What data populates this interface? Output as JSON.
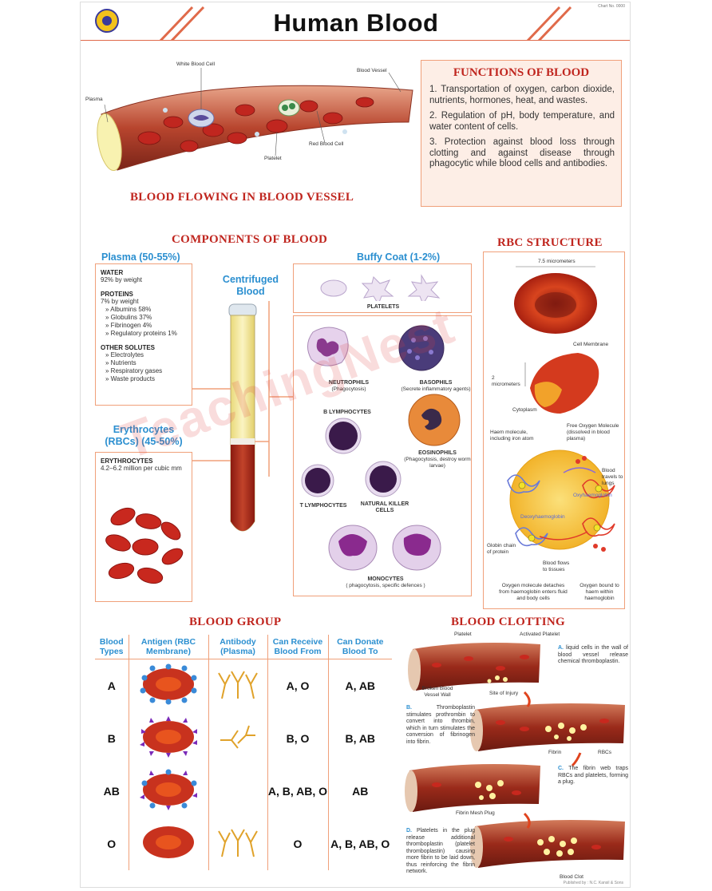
{
  "header": {
    "title": "Human Blood",
    "code": "Chart No. 0000"
  },
  "vessel": {
    "caption": "BLOOD FLOWING IN BLOOD VESSEL",
    "labels": {
      "plasma": "Plasma",
      "wbc": "White Blood Cell",
      "vessel": "Blood Vessel",
      "rbc": "Red Blood Cell",
      "platelet": "Platelet"
    }
  },
  "functions": {
    "title": "FUNCTIONS OF BLOOD",
    "items": [
      "1. Transportation of oxygen, carbon dioxide, nutrients, hormones, heat, and wastes.",
      "2. Regulation of pH, body temperature, and water content of cells.",
      "3. Protection against blood loss through clotting and against disease through phagocytic while blood cells and antibodies."
    ]
  },
  "components": {
    "title": "COMPONENTS OF BLOOD",
    "plasma": {
      "heading": "Plasma (50-55%)",
      "water_h": "WATER",
      "water_t": "92% by weight",
      "proteins_h": "PROTEINS",
      "proteins_t": "7% by weight",
      "proteins": [
        "» Albumins 58%",
        "» Globulins 37%",
        "» Fibrinogen 4%",
        "» Regulatory proteins 1%"
      ],
      "solutes_h": "OTHER SOLUTES",
      "solutes": [
        "» Electrolytes",
        "» Nutrients",
        "» Respiratory gases",
        "» Waste products"
      ]
    },
    "centrifuged": "Centrifuged Blood",
    "erythrocytes": {
      "heading": "Erythrocytes (RBCs) (45-50%)",
      "sub_h": "ERYTHROCYTES",
      "sub_t": "4.2–6.2 million per cubic mm"
    },
    "buffy": {
      "heading": "Buffy Coat (1-2%)",
      "platelets": "PLATELETS"
    },
    "wbc": {
      "neutrophils": "NEUTROPHILS",
      "neutrophils_sub": "(Phagocytosis)",
      "basophils": "BASOPHILS",
      "basophils_sub": "(Secrete inflammatory agents)",
      "b_lymph": "B LYMPHOCYTES",
      "eosinophils": "EOSINOPHILS",
      "eosinophils_sub": "(Phagocytosis, destroy worm larvae)",
      "t_lymph": "T LYMPHOCYTES",
      "nk": "NATURAL KILLER CELLS",
      "monocytes": "MONOCYTES",
      "monocytes_sub": "( phagocytosis, specific defences )"
    }
  },
  "rbc": {
    "title": "RBC STRUCTURE",
    "labels": {
      "diam": "7.5 micrometers",
      "thick": "2 micrometers",
      "membrane": "Cell Membrane",
      "cytoplasm": "Cytoplasm",
      "haem": "Haem molecule, including iron atom",
      "free_o2": "Free Oxygen Molecule (dissolved in blood plasma)",
      "lungs": "Blood travels to lungs",
      "oxy": "Oxyhaemoglobin",
      "deoxy": "Deoxyhaemoglobin",
      "globin": "Globin chain of protein",
      "tissues": "Blood flows to tissues",
      "detach": "Oxygen molecule detaches from haemoglobin enters fluid and body cells",
      "bound": "Oxygen bound to haem within haemoglobin"
    }
  },
  "blood_group": {
    "title": "BLOOD GROUP",
    "headers": [
      "Blood Types",
      "Antigen (RBC Membrane)",
      "Antibody (Plasma)",
      "Can Receive Blood From",
      "Can Donate Blood To"
    ],
    "rows": [
      {
        "type": "A",
        "receive": "A, O",
        "donate": "A, AB"
      },
      {
        "type": "B",
        "receive": "B, O",
        "donate": "B, AB"
      },
      {
        "type": "AB",
        "receive": "A, B, AB, O",
        "donate": "AB"
      },
      {
        "type": "O",
        "receive": "O",
        "donate": "A, B, AB, O"
      }
    ]
  },
  "clotting": {
    "title": "BLOOD CLOTTING",
    "labels": {
      "platelet": "Platelet",
      "activated": "Activated Platelet",
      "broken": "Broken Blood Vessel Wall",
      "injury": "Site of Injury",
      "fibrin": "Fibrin",
      "rbcs": "RBCs",
      "plug": "Fibrin Mesh Plug",
      "clot": "Blood Clot"
    },
    "steps": [
      {
        "letter": "A.",
        "text": "liquid cells in the wall of blood vessel release chemical thromboplastin."
      },
      {
        "letter": "B.",
        "text": "Thromboplastin stimulates prothrombin to convert into thrombin, which in turn stimulates the conversion of fibrinogen into fibrin."
      },
      {
        "letter": "C.",
        "text": "The fibrin web traps RBCs and platelets, forming a plug."
      },
      {
        "letter": "D.",
        "text": "Platelets in the plug release additional thromboplastin (platelet thromboplastin) causing more fibrin to be laid down, thus reinforcing the fibrin network."
      }
    ]
  },
  "watermark": "TeachingNest",
  "footer": {
    "publisher": "Published by : N.C. Kansil & Sons"
  },
  "colors": {
    "accent_red": "#c0261f",
    "accent_blue": "#2b8fd0",
    "border": "#f0a07a",
    "panel": "#fdeee6"
  }
}
